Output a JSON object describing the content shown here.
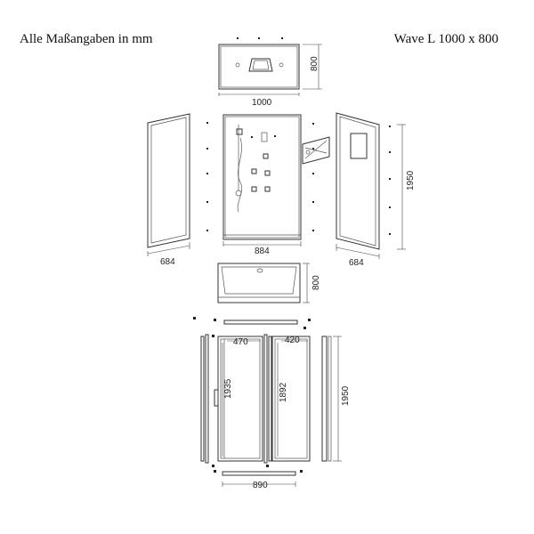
{
  "header": {
    "left": "Alle Maßangaben in mm",
    "right": "Wave L 1000 x 800"
  },
  "dimensions": {
    "top_width": "1000",
    "top_depth": "800",
    "left_panel_depth": "684",
    "back_width": "884",
    "height_total": "1950",
    "right_panel_depth": "684",
    "tray_depth": "800",
    "door_left_width": "470",
    "door_right_width": "420",
    "door_left_height": "1935",
    "door_right_height": "1892",
    "door_frame_height": "1950",
    "door_bottom_width": "890"
  }
}
